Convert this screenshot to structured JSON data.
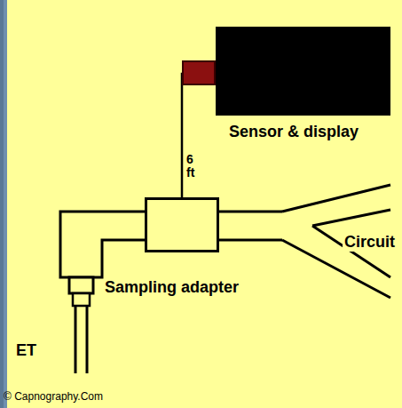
{
  "diagram": {
    "nodes": [
      {
        "text": [
          "Sensor & display"
        ]
      },
      {
        "text": [
          "Sampling adapter"
        ]
      }
    ],
    "edges": [
      {
        "from": 1,
        "to": 0,
        "arrow": "none",
        "label": "6 ft"
      }
    ],
    "labels": [
      "ET",
      "Circuit",
      "© Capnography.Com"
    ]
  }
}
